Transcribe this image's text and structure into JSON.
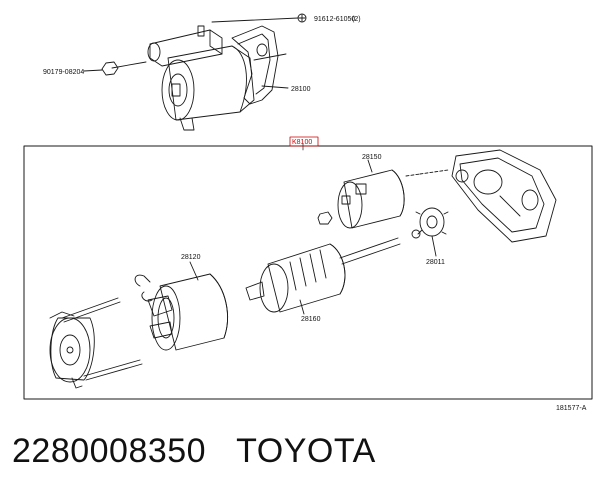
{
  "labels": {
    "bolt_top": "91612-61050",
    "bolt_top_qty": "(2)",
    "nut_left": "90179-08204",
    "starter_assy": "28100",
    "group_ref": "K8100",
    "solenoid": "28150",
    "field_frame": "28120",
    "pinion": "28011",
    "armature": "28160",
    "figure_code": "181577-A"
  },
  "caption": {
    "part_number": "2280008350",
    "brand": "TOYOTA"
  },
  "colors": {
    "line": "#1a1a1a",
    "highlight": "#d00000"
  }
}
